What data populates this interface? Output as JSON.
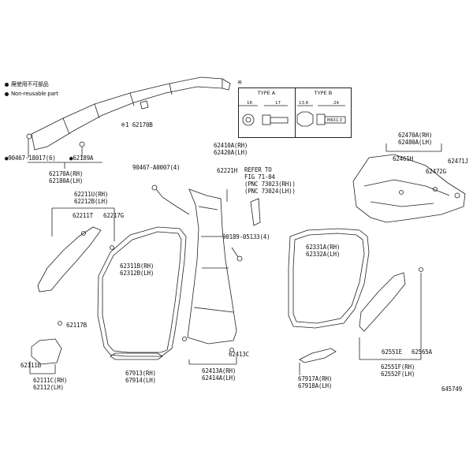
{
  "legend": {
    "line1": "廃使用不可部品",
    "line2": "Non-reusable part"
  },
  "type_box": {
    "marker": "※",
    "type_a": {
      "label": "TYPE A",
      "dim1": "16",
      "dim2": "17"
    },
    "type_b": {
      "label": "TYPE B",
      "dim1": "13.6",
      "dim2": "24",
      "bolt_text": "M6X1.0"
    }
  },
  "callouts": {
    "c_62170B": "※1 62170B",
    "c_90467": "●90467-18017(6)",
    "c_62189A": "●62189A",
    "c_62170A_rh": "62170A(RH)",
    "c_62180A_lh": "62180A(LH)",
    "c_62410A_rh": "62410A(RH)",
    "c_62420A_lh": "62420A(LH)",
    "c_90467_A0007": "90467-A0007(4)",
    "c_62221H": "62221H",
    "c_refer1": "REFER TO",
    "c_refer2": "FIG 71-04",
    "c_refer3": "(PNC 73023(RH))",
    "c_refer4": "(PNC 73024(LH))",
    "c_62470A_rh": "62470A(RH)",
    "c_62480A_lh": "62480A(LH)",
    "c_62461H": "62461H",
    "c_62471J": "62471J",
    "c_62472G": "62472G",
    "c_62211U_rh": "62211U(RH)",
    "c_62212B_lh": "62212B(LH)",
    "c_62211T": "62211T",
    "c_62217G": "62217G",
    "c_90189": "90189-05133(4)",
    "c_62331A_rh": "62331A(RH)",
    "c_62332A_lh": "62332A(LH)",
    "c_62311B_rh": "62311B(RH)",
    "c_62312B_lh": "62312B(LH)",
    "c_62117B": "62117B",
    "c_62111B": "62111B",
    "c_62111C_rh": "62111C(RH)",
    "c_62112_lh": "62112(LH)",
    "c_67913_rh": "67913(RH)",
    "c_67914_lh": "67914(LH)",
    "c_62413C": "62413C",
    "c_62413A_rh": "62413A(RH)",
    "c_62414A_lh": "62414A(LH)",
    "c_67917A_rh": "67917A(RH)",
    "c_67918A_lh": "67918A(LH)",
    "c_62551E": "62551E",
    "c_62565A": "62565A",
    "c_62551F_rh": "62551F(RH)",
    "c_62552F_lh": "62552F(LH)",
    "c_fig_no": "645749"
  }
}
